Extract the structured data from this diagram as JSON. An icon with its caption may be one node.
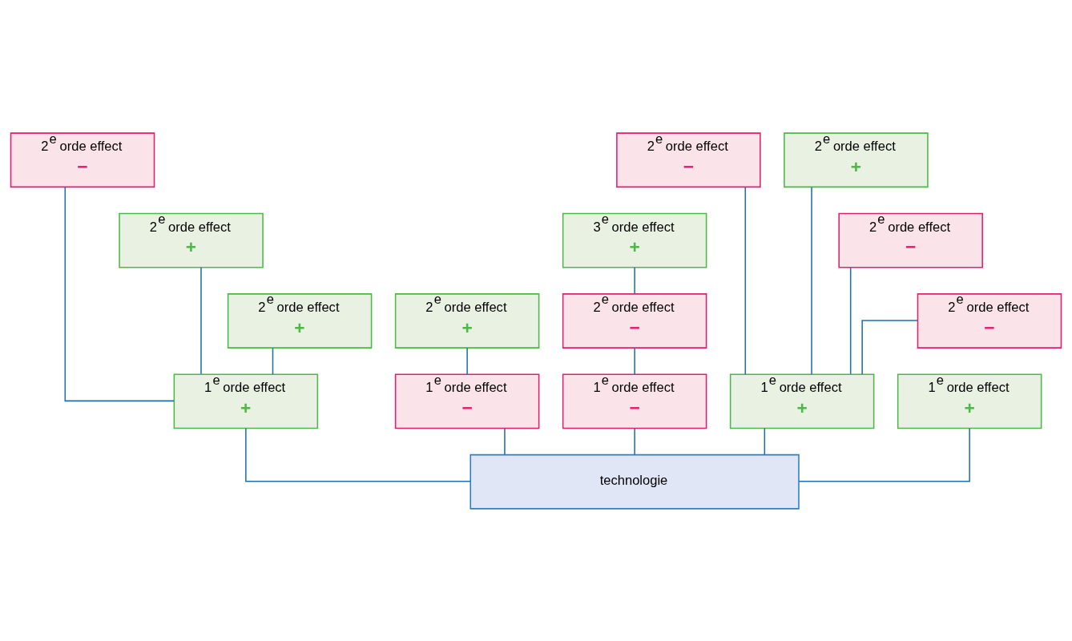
{
  "diagram": {
    "nodes": [
      {
        "text": [
          "2$^{e}$ orde effect",
          "−"
        ]
      },
      {
        "text": [
          "2$^{e}$ orde effect",
          "−"
        ]
      },
      {
        "text": [
          "2$^{e}$ orde effect",
          "+"
        ]
      },
      {
        "text": [
          "2$^{e}$ orde effect",
          "+"
        ]
      },
      {
        "text": [
          "3$^{e}$ orde effect",
          "+"
        ]
      },
      {
        "text": [
          "2$^{e}$ orde effect",
          "−"
        ]
      },
      {
        "text": [
          "2$^{e}$ orde effect",
          "+"
        ]
      },
      {
        "text": [
          "2$^{e}$ orde effect",
          "+"
        ]
      },
      {
        "text": [
          "2$^{e}$ orde effect",
          "−"
        ]
      },
      {
        "text": [
          "2$^{e}$ orde effect",
          "−"
        ]
      },
      {
        "text": [
          "1$^{e}$ orde effect",
          "+"
        ]
      },
      {
        "text": [
          "1$^{e}$ orde effect",
          "−"
        ]
      },
      {
        "text": [
          "1$^{e}$ orde effect",
          "−"
        ]
      },
      {
        "text": [
          "1$^{e}$ orde effect",
          "+"
        ]
      },
      {
        "text": [
          "1$^{e}$ orde effect",
          "+"
        ]
      },
      {
        "text": [
          "technologie"
        ]
      }
    ],
    "edges": [
      {
        "from": 15,
        "to": 10,
        "arrow": "none"
      },
      {
        "from": 15,
        "to": 11,
        "arrow": "none"
      },
      {
        "from": 15,
        "to": 12,
        "arrow": "none"
      },
      {
        "from": 15,
        "to": 13,
        "arrow": "none"
      },
      {
        "from": 15,
        "to": 14,
        "arrow": "none"
      },
      {
        "from": 10,
        "to": 6,
        "arrow": "none"
      },
      {
        "from": 10,
        "to": 3,
        "arrow": "none"
      },
      {
        "from": 10,
        "to": 0,
        "arrow": "none"
      },
      {
        "from": 11,
        "to": 7,
        "arrow": "none"
      },
      {
        "from": 12,
        "to": 8,
        "arrow": "none"
      },
      {
        "from": 8,
        "to": 4,
        "arrow": "none"
      },
      {
        "from": 13,
        "to": 9,
        "arrow": "none"
      },
      {
        "from": 13,
        "to": 5,
        "arrow": "none"
      },
      {
        "from": 13,
        "to": 2,
        "arrow": "none"
      },
      {
        "from": 13,
        "to": 1,
        "arrow": "none"
      }
    ]
  }
}
